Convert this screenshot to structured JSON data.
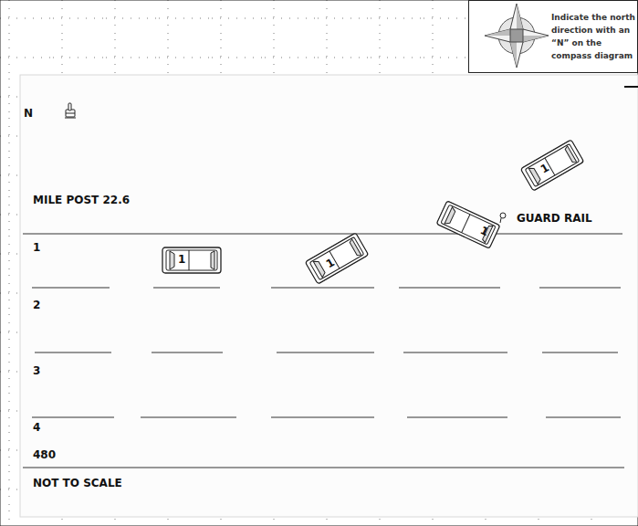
{
  "diagram": {
    "nodes": [
      {
        "text": [
          "Indicate the north direction with an “N” on the compass diagram"
        ]
      },
      {
        "text": [
          "1"
        ]
      },
      {
        "text": [
          "1"
        ]
      },
      {
        "text": [
          "1"
        ]
      },
      {
        "text": [
          "1"
        ]
      }
    ],
    "labels": [
      "N",
      "MILE POST 22.6",
      "GUARD RAIL",
      "1",
      "2",
      "3",
      "4",
      "480",
      "NOT TO SCALE"
    ]
  }
}
